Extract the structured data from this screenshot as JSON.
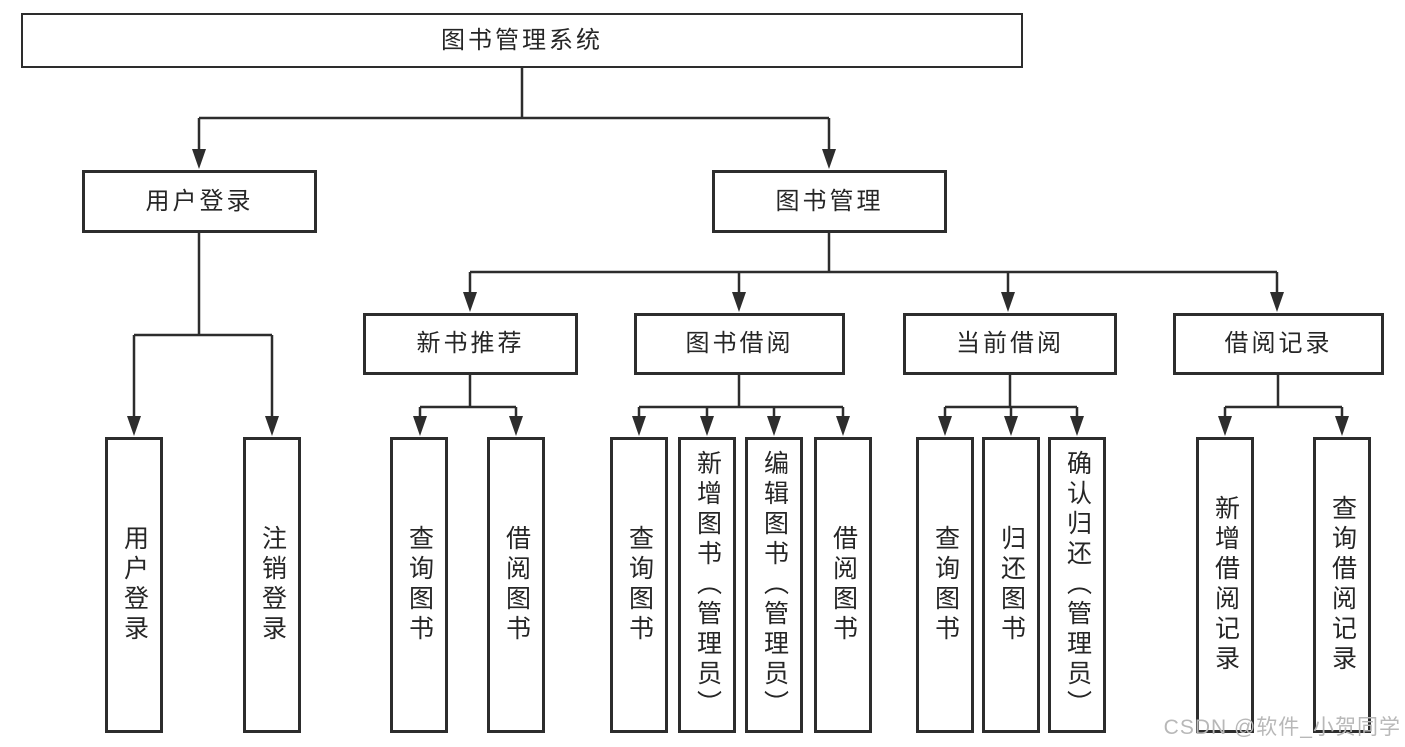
{
  "tree": {
    "root": {
      "label": "图书管理系统"
    },
    "level2": [
      {
        "label": "用户登录"
      },
      {
        "label": "图书管理"
      }
    ],
    "level3": [
      {
        "label": "新书推荐"
      },
      {
        "label": "图书借阅"
      },
      {
        "label": "当前借阅"
      },
      {
        "label": "借阅记录"
      }
    ],
    "leaves": {
      "user_login": [
        "用户登录",
        "注销登录"
      ],
      "new_book_recommend": [
        "查询图书",
        "借阅图书"
      ],
      "book_borrow": [
        "查询图书",
        "新增图书（管理员）",
        "编辑图书（管理员）",
        "借阅图书"
      ],
      "current_borrow": [
        "查询图书",
        "归还图书",
        "确认归还（管理员）"
      ],
      "borrow_record": [
        "新增借阅记录",
        "查询借阅记录"
      ]
    }
  },
  "watermark": "CSDN @软件_小贺同学",
  "colors": {
    "line": "#2d2d2d",
    "box_border": "#2d2d2d",
    "text": "#262626",
    "background": "#ffffff",
    "watermark": "#b8b8b8"
  }
}
